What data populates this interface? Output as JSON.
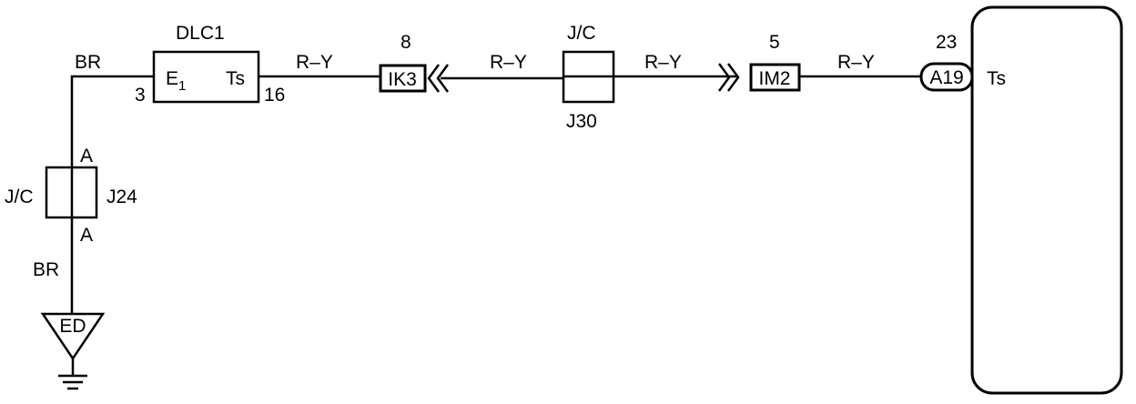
{
  "dlc": {
    "name": "DLC1",
    "pin_left": "E",
    "pin_left_sub": "1",
    "pin_right": "Ts",
    "pin_left_no": "3",
    "pin_right_no": "16"
  },
  "wires": {
    "br_top": "BR",
    "br_bottom": "BR",
    "ry1": "R–Y",
    "ry2": "R–Y",
    "ry3": "R–Y",
    "ry4": "R–Y"
  },
  "jc24": {
    "label": "J/C",
    "name": "J24",
    "top_pin": "A",
    "bottom_pin": "A"
  },
  "jc30": {
    "label": "J/C",
    "name": "J30"
  },
  "ik3": {
    "name": "IK3",
    "pin": "8"
  },
  "im2": {
    "name": "IM2",
    "pin": "5"
  },
  "a19": {
    "name": "A19",
    "pin": "23",
    "terminal": "Ts"
  },
  "ground": {
    "name": "ED"
  }
}
